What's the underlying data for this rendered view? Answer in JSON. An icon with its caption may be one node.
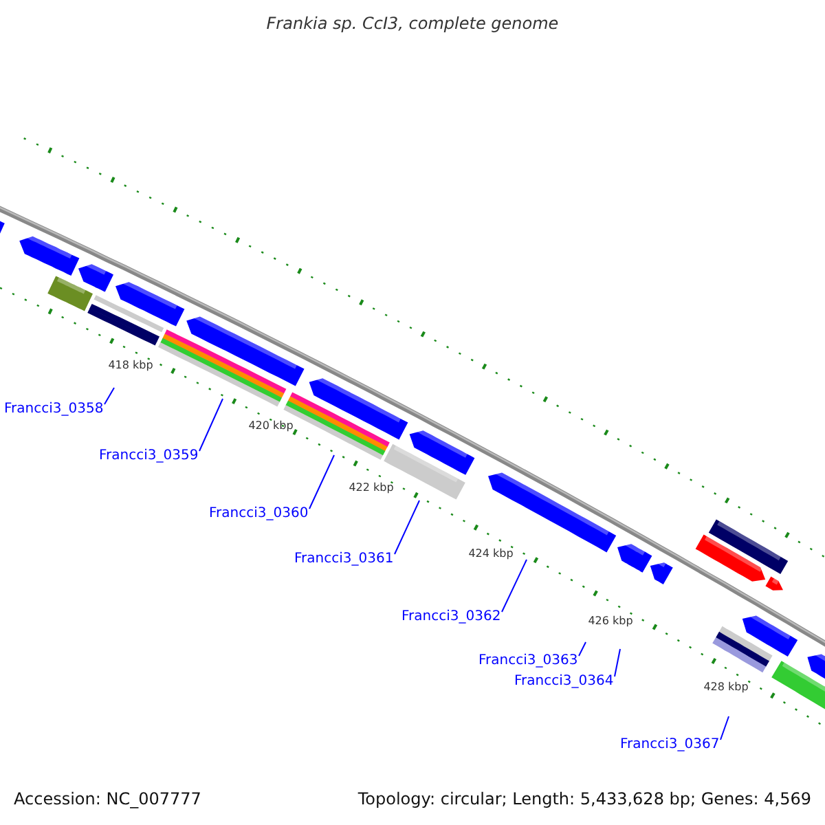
{
  "diagram": {
    "title": "Frankia sp. CcI3, complete genome",
    "nodes": [
      {
        "text": [
          "Francci3_0358"
        ]
      },
      {
        "text": [
          "Francci3_0359"
        ]
      },
      {
        "text": [
          "Francci3_0360"
        ]
      },
      {
        "text": [
          "Francci3_0361"
        ]
      },
      {
        "text": [
          "Francci3_0362"
        ]
      },
      {
        "text": [
          "Francci3_0363"
        ]
      },
      {
        "text": [
          "Francci3_0364"
        ]
      },
      {
        "text": [
          "Francci3_0367"
        ]
      }
    ],
    "edges": [
      {
        "from": 0,
        "to": null,
        "arrow": "none"
      },
      {
        "from": 1,
        "to": null,
        "arrow": "none"
      },
      {
        "from": 2,
        "to": null,
        "arrow": "none"
      },
      {
        "from": 3,
        "to": null,
        "arrow": "none"
      },
      {
        "from": 4,
        "to": null,
        "arrow": "none"
      },
      {
        "from": 5,
        "to": null,
        "arrow": "none"
      },
      {
        "from": 6,
        "to": null,
        "arrow": "none"
      },
      {
        "from": 7,
        "to": null,
        "arrow": "none"
      }
    ],
    "labels": [
      "418 kbp",
      "420 kbp",
      "422 kbp",
      "424 kbp",
      "426 kbp",
      "428 kbp",
      "Accession: NC_007777",
      "Topology: circular; Length: 5,433,628 bp; Genes: 4,569"
    ]
  }
}
